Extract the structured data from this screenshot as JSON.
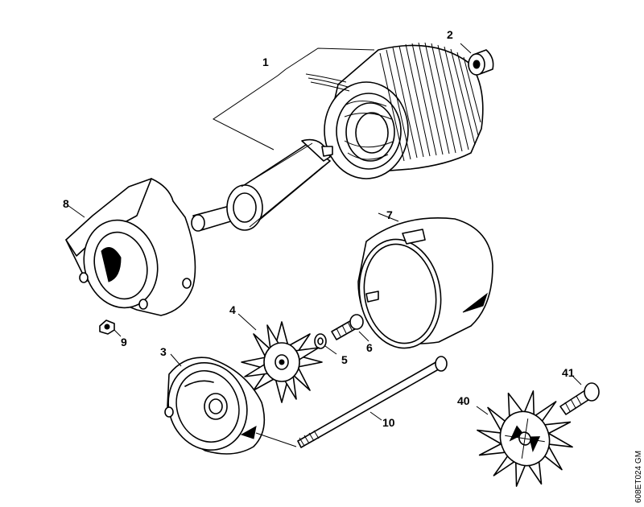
{
  "drawing_code": "608ET024 GM",
  "parts": [
    {
      "id": "stator-rotor-assembly",
      "number": "1"
    },
    {
      "id": "ball-bearing",
      "number": "2"
    },
    {
      "id": "rear-end-shield",
      "number": "3"
    },
    {
      "id": "fan-wheel",
      "number": "4"
    },
    {
      "id": "washer",
      "number": "5"
    },
    {
      "id": "screw",
      "number": "6"
    },
    {
      "id": "housing-shell",
      "number": "7"
    },
    {
      "id": "front-end-shield",
      "number": "8"
    },
    {
      "id": "nut",
      "number": "9"
    },
    {
      "id": "tie-rod",
      "number": "10"
    },
    {
      "id": "fan-wheel-alt",
      "number": "40"
    },
    {
      "id": "screw-alt",
      "number": "41"
    }
  ]
}
